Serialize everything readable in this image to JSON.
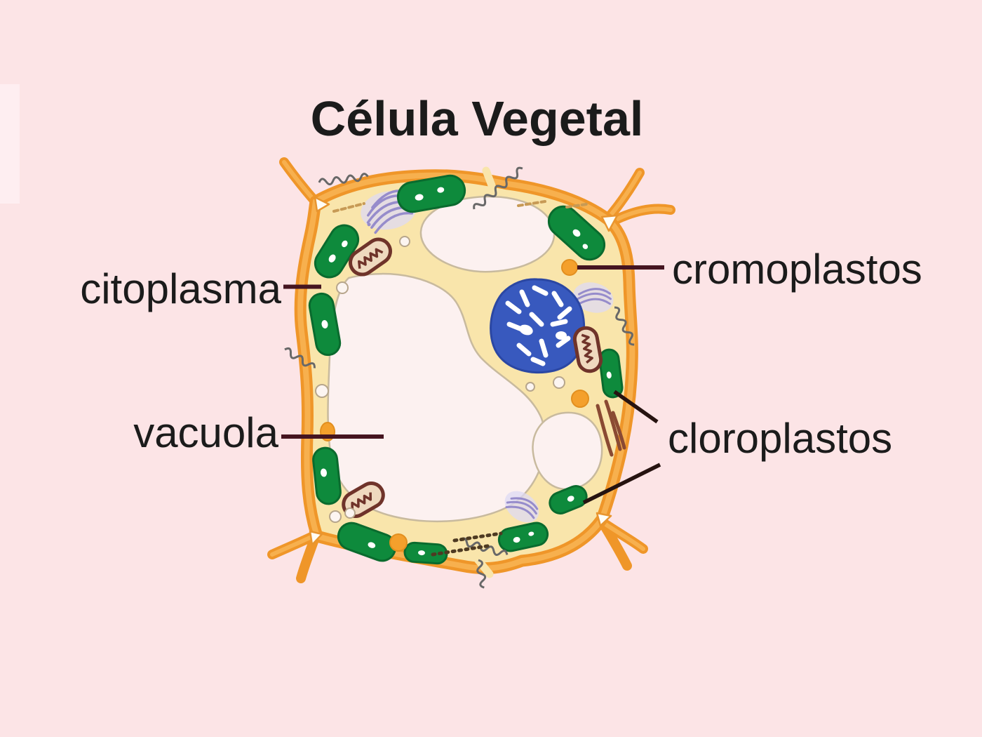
{
  "title": "Célula Vegetal",
  "diagram_subject": "plant cell",
  "labels": [
    {
      "id": "citoplasma",
      "text": "citoplasma",
      "side": "left",
      "points_to": "cytoplasm"
    },
    {
      "id": "vacuola",
      "text": "vacuola",
      "side": "left",
      "points_to": "vacuole"
    },
    {
      "id": "cromoplastos",
      "text": "cromoplastos",
      "side": "right",
      "points_to": "chromoplast"
    },
    {
      "id": "cloroplastos",
      "text": "cloroplastos",
      "side": "right",
      "points_to": "chloroplasts"
    }
  ],
  "colors": {
    "background": "#FCE4E6",
    "cell_wall": "#EF9629",
    "cell_wall_inner": "#F7B04E",
    "cytoplasm": "#F9E5AB",
    "vacuole": "#FCF1F0",
    "vacuole_border": "#C8BA9E",
    "chloroplast": "#0E8A3C",
    "nucleus": "#3859BE",
    "mitochondrion": "#6F332A",
    "golgi": "#968CCB",
    "chromoplast": "#F4A02C",
    "leader_line": "#451520",
    "text": "#1B1B1B"
  },
  "organelles_depicted": [
    {
      "name": "cell-wall"
    },
    {
      "name": "cytoplasm"
    },
    {
      "name": "vacuole",
      "count": 3
    },
    {
      "name": "nucleus",
      "count": 1
    },
    {
      "name": "chloroplast",
      "count": 10
    },
    {
      "name": "mitochondrion",
      "count": 3
    },
    {
      "name": "golgi-apparatus",
      "count": 3
    },
    {
      "name": "chromoplast",
      "count": 4
    },
    {
      "name": "vesicle",
      "count": 7
    },
    {
      "name": "ribosome-chain",
      "count": 6
    }
  ]
}
